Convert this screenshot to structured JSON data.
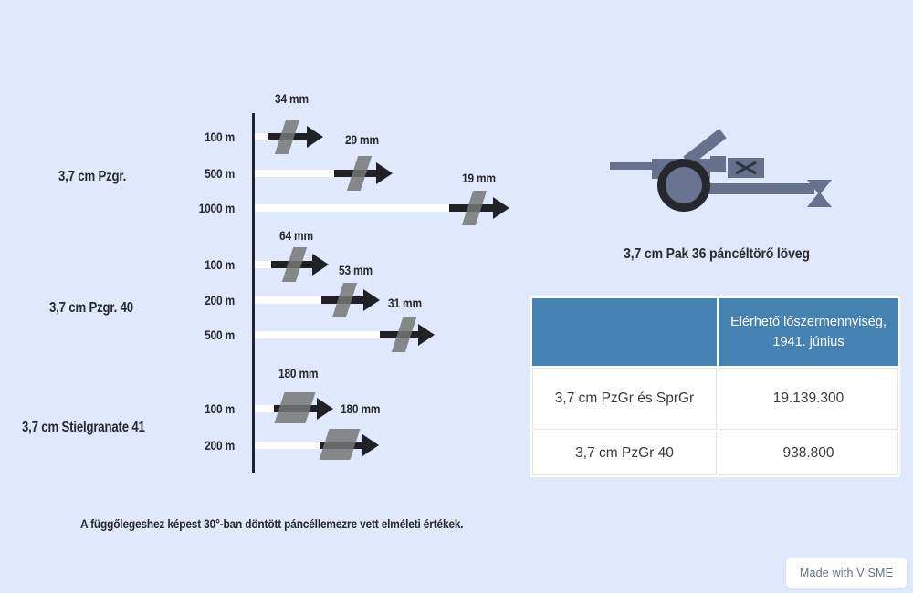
{
  "colors": {
    "background": "#dfe9fb",
    "axis": "#1e2531",
    "range_bar": "#ffffff",
    "arrow": "#202126",
    "armor_plate": "#767676",
    "gun_body": "#66718e",
    "wheel_ring": "#26282e",
    "wheel_hub": "#67738f",
    "table_header_bg": "#4681b4",
    "table_header_text": "#ffffff",
    "table_body_text": "#3a3a3a",
    "chart_text": "#27282c"
  },
  "chart_data": {
    "type": "bar",
    "orientation": "horizontal",
    "value_unit": "mm",
    "category_unit": "m",
    "groups": [
      {
        "weapon": "3,7 cm Pzgr.",
        "rows": [
          {
            "range": "100 m",
            "value": 34,
            "label": "34 mm"
          },
          {
            "range": "500 m",
            "value": 29,
            "label": "29 mm"
          },
          {
            "range": "1000 m",
            "value": 19,
            "label": "19 mm"
          }
        ]
      },
      {
        "weapon": "3,7 cm Pzgr. 40",
        "rows": [
          {
            "range": "100 m",
            "value": 64,
            "label": "64 mm"
          },
          {
            "range": "200 m",
            "value": 53,
            "label": "53 mm"
          },
          {
            "range": "500 m",
            "value": 31,
            "label": "31 mm"
          }
        ]
      },
      {
        "weapon": "3,7 cm Stielgranate 41",
        "rows": [
          {
            "range": "100 m",
            "value": 180,
            "label": "180 mm"
          },
          {
            "range": "200 m",
            "value": 180,
            "label": "180 mm"
          }
        ]
      }
    ],
    "note": "A függőlegeshez képest 30°-ban döntött páncéllemezre vett elméleti értékek."
  },
  "gun": {
    "caption": "3,7 cm Pak 36 páncéltörő löveg"
  },
  "table": {
    "header_line1": "Elérhető lőszermennyiség,",
    "header_line2": "1941. június",
    "rows": [
      {
        "name": "3,7 cm PzGr és SprGr",
        "amount": "19.139.300"
      },
      {
        "name": "3,7 cm PzGr 40",
        "amount": "938.800"
      }
    ]
  },
  "badge": {
    "label": "Made with VISME"
  }
}
